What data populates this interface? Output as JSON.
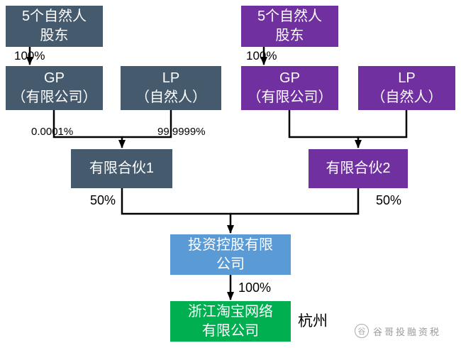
{
  "colors": {
    "slate": "#465A6E",
    "purple": "#7030A0",
    "blue": "#5B9BD5",
    "green": "#00B050"
  },
  "nodes": {
    "left_shareholders": "5个自然人\n股东",
    "left_gp": "GP\n（有限公司）",
    "left_lp": "LP\n（自然人）",
    "partnership1": "有限合伙1",
    "right_shareholders": "5个自然人\n股东",
    "right_gp": "GP\n（有限公司）",
    "right_lp": "LP\n（自然人）",
    "partnership2": "有限合伙2",
    "holding": "投资控股有限\n公司",
    "operating": "浙江淘宝网络\n有限公司"
  },
  "edge_labels": {
    "left_shareholders_pct": "100%",
    "right_shareholders_pct": "100%",
    "gp_pct": "0.0001%",
    "lp_pct": "99.9999%",
    "partnership1_pct": "50%",
    "partnership2_pct": "50%",
    "holding_pct": "100%"
  },
  "annotations": {
    "city": "杭州",
    "watermark": "谷哥投融资税",
    "watermark_icon_glyph": "谷"
  }
}
